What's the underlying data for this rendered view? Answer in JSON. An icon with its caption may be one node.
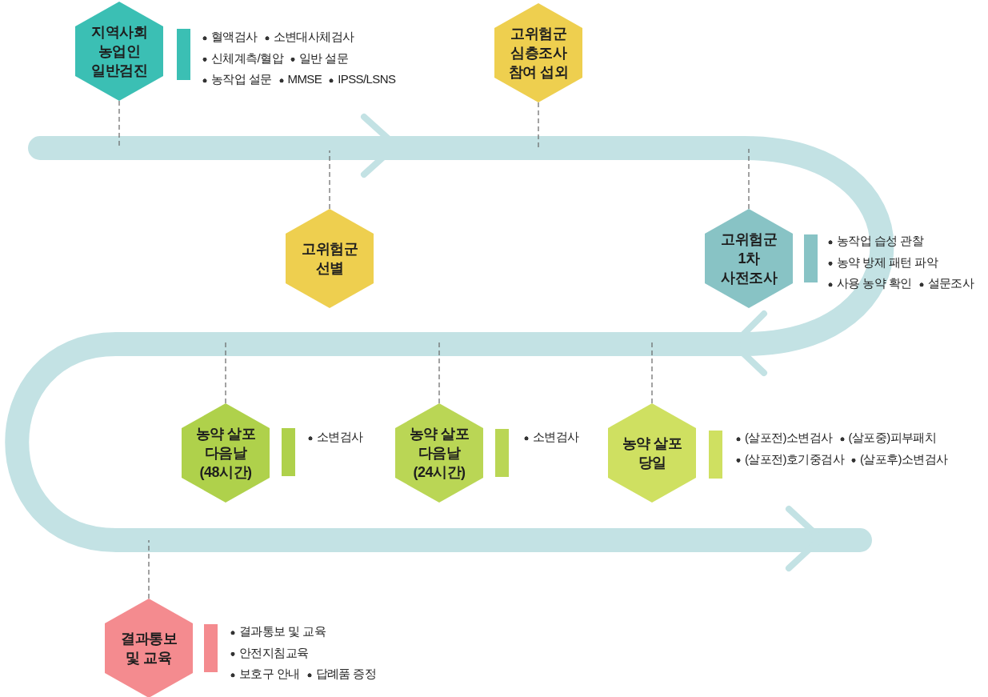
{
  "diagram": {
    "nodes": [
      {
        "text": [
          "지역사회 농업인 일반검진"
        ],
        "beside": [
          "혈액검사",
          "소변대사체검사",
          "신체계측/혈압",
          "일반 설문",
          "농작업 설문",
          "MMSE",
          "IPSS/LSNS"
        ]
      },
      {
        "text": [
          "고위험군 선별"
        ]
      },
      {
        "text": [
          "고위험군 심층조사 참여 섭외"
        ]
      },
      {
        "text": [
          "고위험군 1차 사전조사"
        ],
        "beside": [
          "농작업 습성 관찰",
          "농약 방제 패턴 파악",
          "사용 농약 확인",
          "설문조사"
        ]
      },
      {
        "text": [
          "농약 살포 당일"
        ],
        "beside": [
          "(살포전)소변검사",
          "(살포중)피부패치",
          "(살포전)호기중검사",
          "(살포후)소변검사"
        ]
      },
      {
        "text": [
          "농약 살포 다음날 (24시간)"
        ]
      },
      {
        "text": [
          "농약 살포 다음날 (48시간)"
        ]
      },
      {
        "text": [
          "결과통보 및 교육"
        ],
        "beside": [
          "결과통보 및 교육",
          "안전지침교육",
          "보호구 안내",
          "답례품 증정"
        ]
      }
    ],
    "edges": [
      {
        "from": 0,
        "to": null,
        "arrow": "none",
        "style": "dashed"
      },
      {
        "from": 1,
        "to": null,
        "arrow": "none",
        "style": "dashed"
      },
      {
        "from": 2,
        "to": null,
        "arrow": "none",
        "style": "dashed"
      },
      {
        "from": 3,
        "to": null,
        "arrow": "none",
        "style": "dashed"
      },
      {
        "from": 4,
        "to": null,
        "arrow": "none",
        "style": "dashed"
      },
      {
        "from": 5,
        "to": null,
        "arrow": "none",
        "style": "dashed"
      },
      {
        "from": 6,
        "to": null,
        "arrow": "none",
        "style": "dashed"
      },
      {
        "from": 7,
        "to": null,
        "arrow": "none",
        "style": "dashed"
      }
    ],
    "labels": [
      "소변검사",
      "소변검사"
    ]
  }
}
